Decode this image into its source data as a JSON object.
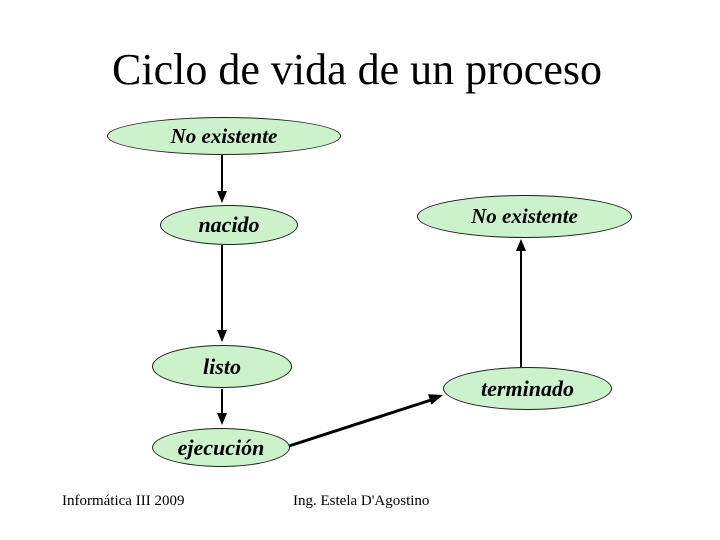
{
  "title": "Ciclo de vida de un proceso",
  "nodes": [
    {
      "id": "no-existente-inicio",
      "label": "No existente"
    },
    {
      "id": "nacido",
      "label": "nacido"
    },
    {
      "id": "listo",
      "label": "listo"
    },
    {
      "id": "ejecucion",
      "label": "ejecución"
    },
    {
      "id": "no-existente-fin",
      "label": "No existente"
    },
    {
      "id": "terminado",
      "label": "terminado"
    }
  ],
  "edges": [
    {
      "from": "No existente (inicio)",
      "to": "nacido"
    },
    {
      "from": "nacido",
      "to": "listo"
    },
    {
      "from": "listo",
      "to": "ejecución"
    },
    {
      "from": "ejecución",
      "to": "terminado"
    },
    {
      "from": "terminado",
      "to": "No existente (fin)"
    }
  ],
  "footer": {
    "left": "Informática III 2009",
    "center": "Ing. Estela D'Agostino"
  },
  "colors": {
    "background": "#ffffff",
    "node_fill": "#ccf2cc",
    "node_border": "#1f1f1f",
    "text": "#000000",
    "arrow": "#000000"
  }
}
